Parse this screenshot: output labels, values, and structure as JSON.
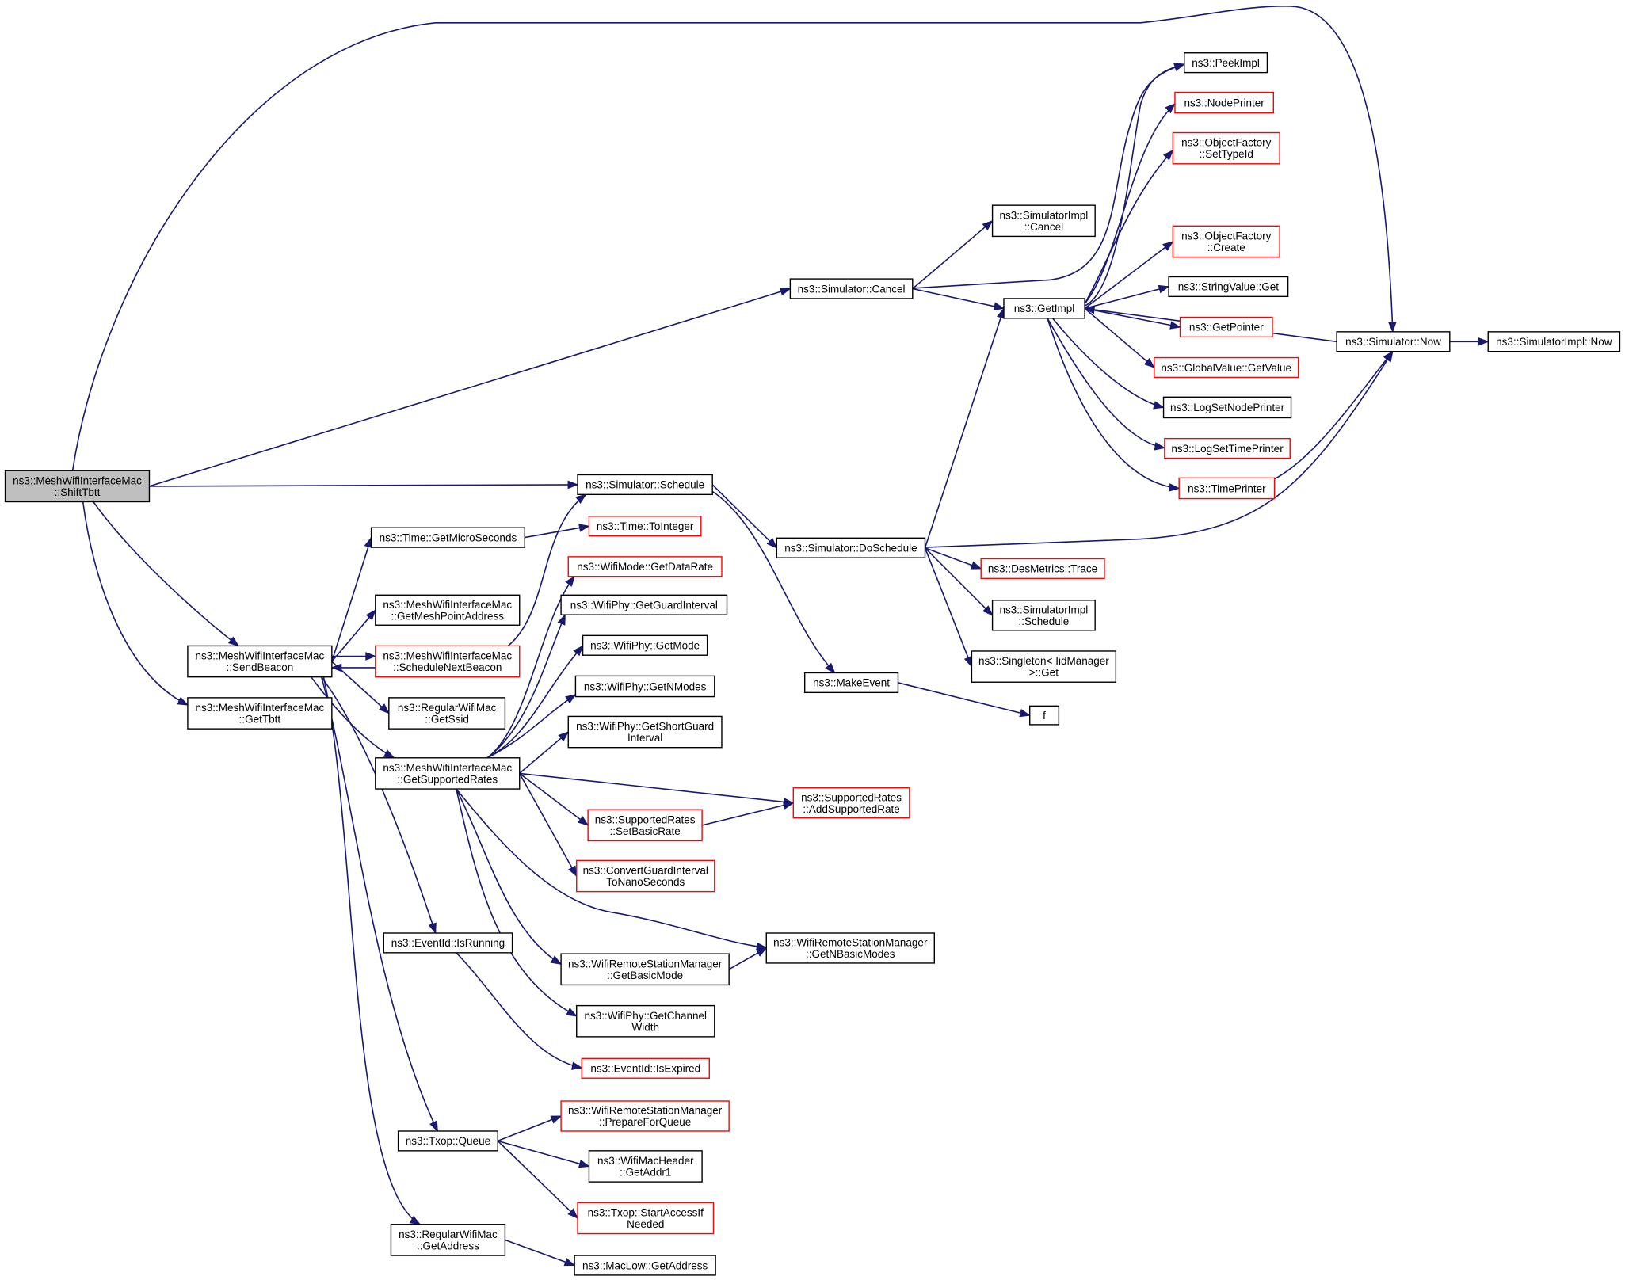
{
  "nodes": [
    {
      "id": "shifttbtt",
      "lines": [
        "ns3::MeshWifiInterfaceMac",
        "::ShiftTbtt"
      ],
      "style": "root"
    },
    {
      "id": "now",
      "lines": [
        "ns3::Simulator::Now"
      ],
      "style": "black"
    },
    {
      "id": "implnow",
      "lines": [
        "ns3::SimulatorImpl::Now"
      ],
      "style": "black"
    },
    {
      "id": "cancel",
      "lines": [
        "ns3::Simulator::Cancel"
      ],
      "style": "black"
    },
    {
      "id": "implcancel",
      "lines": [
        "ns3::SimulatorImpl",
        "::Cancel"
      ],
      "style": "black"
    },
    {
      "id": "getimpl",
      "lines": [
        "ns3::GetImpl"
      ],
      "style": "black"
    },
    {
      "id": "peekimpl",
      "lines": [
        "ns3::PeekImpl"
      ],
      "style": "black"
    },
    {
      "id": "nodeprinter",
      "lines": [
        "ns3::NodePrinter"
      ],
      "style": "red"
    },
    {
      "id": "settypeid",
      "lines": [
        "ns3::ObjectFactory",
        "::SetTypeId"
      ],
      "style": "red"
    },
    {
      "id": "ofcreate",
      "lines": [
        "ns3::ObjectFactory",
        "::Create"
      ],
      "style": "red"
    },
    {
      "id": "stringget",
      "lines": [
        "ns3::StringValue::Get"
      ],
      "style": "black"
    },
    {
      "id": "getpointer",
      "lines": [
        "ns3::GetPointer"
      ],
      "style": "red"
    },
    {
      "id": "getvalue",
      "lines": [
        "ns3::GlobalValue::GetValue"
      ],
      "style": "red"
    },
    {
      "id": "lognode",
      "lines": [
        "ns3::LogSetNodePrinter"
      ],
      "style": "black"
    },
    {
      "id": "logtime",
      "lines": [
        "ns3::LogSetTimePrinter"
      ],
      "style": "red"
    },
    {
      "id": "timeprinter",
      "lines": [
        "ns3::TimePrinter"
      ],
      "style": "red"
    },
    {
      "id": "schedule",
      "lines": [
        "ns3::Simulator::Schedule"
      ],
      "style": "black"
    },
    {
      "id": "doschedule",
      "lines": [
        "ns3::Simulator::DoSchedule"
      ],
      "style": "black"
    },
    {
      "id": "trace",
      "lines": [
        "ns3::DesMetrics::Trace"
      ],
      "style": "red"
    },
    {
      "id": "implschedule",
      "lines": [
        "ns3::SimulatorImpl",
        "::Schedule"
      ],
      "style": "black"
    },
    {
      "id": "singleton",
      "lines": [
        "ns3::Singleton< IidManager",
        " >::Get"
      ],
      "style": "black"
    },
    {
      "id": "makeevent",
      "lines": [
        "ns3::MakeEvent"
      ],
      "style": "black"
    },
    {
      "id": "f",
      "lines": [
        "f"
      ],
      "style": "black"
    },
    {
      "id": "getmicro",
      "lines": [
        "ns3::Time::GetMicroSeconds"
      ],
      "style": "black"
    },
    {
      "id": "tointeger",
      "lines": [
        "ns3::Time::ToInteger"
      ],
      "style": "red"
    },
    {
      "id": "getmeshpoint",
      "lines": [
        "ns3::MeshWifiInterfaceMac",
        "::GetMeshPointAddress"
      ],
      "style": "black"
    },
    {
      "id": "sendbeacon",
      "lines": [
        "ns3::MeshWifiInterfaceMac",
        "::SendBeacon"
      ],
      "style": "black"
    },
    {
      "id": "schednext",
      "lines": [
        "ns3::MeshWifiInterfaceMac",
        "::ScheduleNextBeacon"
      ],
      "style": "red"
    },
    {
      "id": "gettbtt",
      "lines": [
        "ns3::MeshWifiInterfaceMac",
        "::GetTbtt"
      ],
      "style": "black"
    },
    {
      "id": "getssid",
      "lines": [
        "ns3::RegularWifiMac",
        "::GetSsid"
      ],
      "style": "black"
    },
    {
      "id": "getsupported",
      "lines": [
        "ns3::MeshWifiInterfaceMac",
        "::GetSupportedRates"
      ],
      "style": "black"
    },
    {
      "id": "getdatarate",
      "lines": [
        "ns3::WifiMode::GetDataRate"
      ],
      "style": "red"
    },
    {
      "id": "getguard",
      "lines": [
        "ns3::WifiPhy::GetGuardInterval"
      ],
      "style": "black"
    },
    {
      "id": "getmode",
      "lines": [
        "ns3::WifiPhy::GetMode"
      ],
      "style": "black"
    },
    {
      "id": "getnmodes",
      "lines": [
        "ns3::WifiPhy::GetNModes"
      ],
      "style": "black"
    },
    {
      "id": "getshortguard",
      "lines": [
        "ns3::WifiPhy::GetShortGuard",
        "Interval"
      ],
      "style": "black"
    },
    {
      "id": "addsupported",
      "lines": [
        "ns3::SupportedRates",
        "::AddSupportedRate"
      ],
      "style": "red"
    },
    {
      "id": "setbasic",
      "lines": [
        "ns3::SupportedRates",
        "::SetBasicRate"
      ],
      "style": "red"
    },
    {
      "id": "convertguard",
      "lines": [
        "ns3::ConvertGuardInterval",
        "ToNanoSeconds"
      ],
      "style": "red"
    },
    {
      "id": "getnbasic",
      "lines": [
        "ns3::WifiRemoteStationManager",
        "::GetNBasicModes"
      ],
      "style": "black"
    },
    {
      "id": "getbasicmode",
      "lines": [
        "ns3::WifiRemoteStationManager",
        "::GetBasicMode"
      ],
      "style": "black"
    },
    {
      "id": "getchannel",
      "lines": [
        "ns3::WifiPhy::GetChannel",
        "Width"
      ],
      "style": "black"
    },
    {
      "id": "isrunning",
      "lines": [
        "ns3::EventId::IsRunning"
      ],
      "style": "black"
    },
    {
      "id": "isexpired",
      "lines": [
        "ns3::EventId::IsExpired"
      ],
      "style": "red"
    },
    {
      "id": "queue",
      "lines": [
        "ns3::Txop::Queue"
      ],
      "style": "black"
    },
    {
      "id": "prepare",
      "lines": [
        "ns3::WifiRemoteStationManager",
        "::PrepareForQueue"
      ],
      "style": "red"
    },
    {
      "id": "getaddr1",
      "lines": [
        "ns3::WifiMacHeader",
        "::GetAddr1"
      ],
      "style": "black"
    },
    {
      "id": "startaccess",
      "lines": [
        "ns3::Txop::StartAccessIf",
        "Needed"
      ],
      "style": "red"
    },
    {
      "id": "getaddress",
      "lines": [
        "ns3::RegularWifiMac",
        "::GetAddress"
      ],
      "style": "black"
    },
    {
      "id": "maclowaddr",
      "lines": [
        "ns3::MacLow::GetAddress"
      ],
      "style": "black"
    }
  ],
  "edges": [
    [
      "shifttbtt",
      "now"
    ],
    [
      "shifttbtt",
      "cancel"
    ],
    [
      "shifttbtt",
      "schedule"
    ],
    [
      "shifttbtt",
      "sendbeacon"
    ],
    [
      "shifttbtt",
      "gettbtt"
    ],
    [
      "cancel",
      "implcancel"
    ],
    [
      "cancel",
      "getimpl"
    ],
    [
      "cancel",
      "peekimpl"
    ],
    [
      "getimpl",
      "peekimpl"
    ],
    [
      "getimpl",
      "nodeprinter"
    ],
    [
      "getimpl",
      "settypeid"
    ],
    [
      "getimpl",
      "ofcreate"
    ],
    [
      "getimpl",
      "stringget"
    ],
    [
      "getimpl",
      "getpointer"
    ],
    [
      "getimpl",
      "getvalue"
    ],
    [
      "getimpl",
      "lognode"
    ],
    [
      "getimpl",
      "logtime"
    ],
    [
      "getimpl",
      "timeprinter"
    ],
    [
      "now",
      "getimpl"
    ],
    [
      "now",
      "implnow"
    ],
    [
      "timeprinter",
      "now"
    ],
    [
      "schedule",
      "doschedule"
    ],
    [
      "schedule",
      "makeevent"
    ],
    [
      "doschedule",
      "getimpl"
    ],
    [
      "doschedule",
      "now"
    ],
    [
      "doschedule",
      "trace"
    ],
    [
      "doschedule",
      "implschedule"
    ],
    [
      "doschedule",
      "singleton"
    ],
    [
      "makeevent",
      "f"
    ],
    [
      "getmicro",
      "tointeger"
    ],
    [
      "sendbeacon",
      "getmicro"
    ],
    [
      "sendbeacon",
      "getmeshpoint"
    ],
    [
      "sendbeacon",
      "schednext"
    ],
    [
      "sendbeacon",
      "getssid"
    ],
    [
      "sendbeacon",
      "getsupported"
    ],
    [
      "sendbeacon",
      "isrunning"
    ],
    [
      "sendbeacon",
      "queue"
    ],
    [
      "sendbeacon",
      "getaddress"
    ],
    [
      "schednext",
      "sendbeacon"
    ],
    [
      "schednext",
      "schedule"
    ],
    [
      "getsupported",
      "getdatarate"
    ],
    [
      "getsupported",
      "getguard"
    ],
    [
      "getsupported",
      "getmode"
    ],
    [
      "getsupported",
      "getnmodes"
    ],
    [
      "getsupported",
      "getshortguard"
    ],
    [
      "getsupported",
      "addsupported"
    ],
    [
      "getsupported",
      "setbasic"
    ],
    [
      "getsupported",
      "convertguard"
    ],
    [
      "getsupported",
      "getnbasic"
    ],
    [
      "getsupported",
      "getbasicmode"
    ],
    [
      "getsupported",
      "getchannel"
    ],
    [
      "setbasic",
      "addsupported"
    ],
    [
      "getbasicmode",
      "getnbasic"
    ],
    [
      "isrunning",
      "isexpired"
    ],
    [
      "queue",
      "prepare"
    ],
    [
      "queue",
      "getaddr1"
    ],
    [
      "queue",
      "startaccess"
    ],
    [
      "getaddress",
      "maclowaddr"
    ]
  ]
}
